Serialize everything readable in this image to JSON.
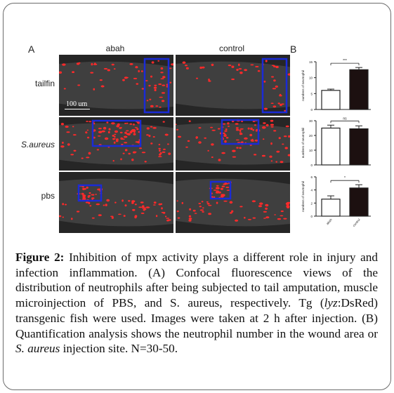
{
  "figure": {
    "panel_a_label": "A",
    "panel_b_label": "B",
    "column_headers": [
      "abah",
      "control"
    ],
    "row_labels": [
      {
        "text": "tailfin",
        "italic": false
      },
      {
        "text": "S.aureus",
        "italic": true
      },
      {
        "text": "pbs",
        "italic": false
      }
    ],
    "scale_bar_label": "100 um",
    "roi_color": "#1a2bd6",
    "cell_color": "#ff2a2a",
    "filled_bar_color": "#1c1010"
  },
  "chart_data": [
    {
      "type": "bar",
      "categories": [
        "abah",
        "control"
      ],
      "values": [
        6,
        12.5
      ],
      "errors": [
        0.4,
        0.7
      ],
      "ylabel": "numbers of neutrophil",
      "ylim": [
        0,
        15
      ],
      "yticks": [
        0,
        5,
        10,
        15
      ],
      "significance": "***",
      "bar_fills": [
        "#ffffff",
        "#1c1010"
      ]
    },
    {
      "type": "bar",
      "categories": [
        "abah",
        "control"
      ],
      "values": [
        25,
        24.5
      ],
      "errors": [
        2,
        2
      ],
      "ylabel": "numbers of neutrophil",
      "ylim": [
        0,
        30
      ],
      "yticks": [
        0,
        10,
        20,
        30
      ],
      "significance": "ns",
      "bar_fills": [
        "#ffffff",
        "#1c1010"
      ]
    },
    {
      "type": "bar",
      "categories": [
        "abah",
        "control"
      ],
      "values": [
        2.6,
        4.3
      ],
      "errors": [
        0.5,
        0.5
      ],
      "ylabel": "numbers of neutrophil",
      "ylim": [
        0,
        6
      ],
      "yticks": [
        0,
        2,
        4,
        6
      ],
      "significance": "*",
      "bar_fills": [
        "#ffffff",
        "#1c1010"
      ],
      "show_category_labels": true
    }
  ],
  "caption": {
    "title": "Figure 2:",
    "text_1": " Inhibition of mpx activity plays a different role in injury and infection inflammation. (A) Confocal fluorescence views of the distribution of neutrophils after being subjected to tail amputation, muscle microinjection of PBS, and S. aureus, respectively. Tg (",
    "gene_italic": "lyz",
    "text_2": ":DsRed) transgenic fish were used. Images were taken at 2 h after injection. (B) Quantification analysis shows the neutrophil number in the wound area or ",
    "species_italic": "S. aureus",
    "text_3": " injection site. N=30-50."
  }
}
